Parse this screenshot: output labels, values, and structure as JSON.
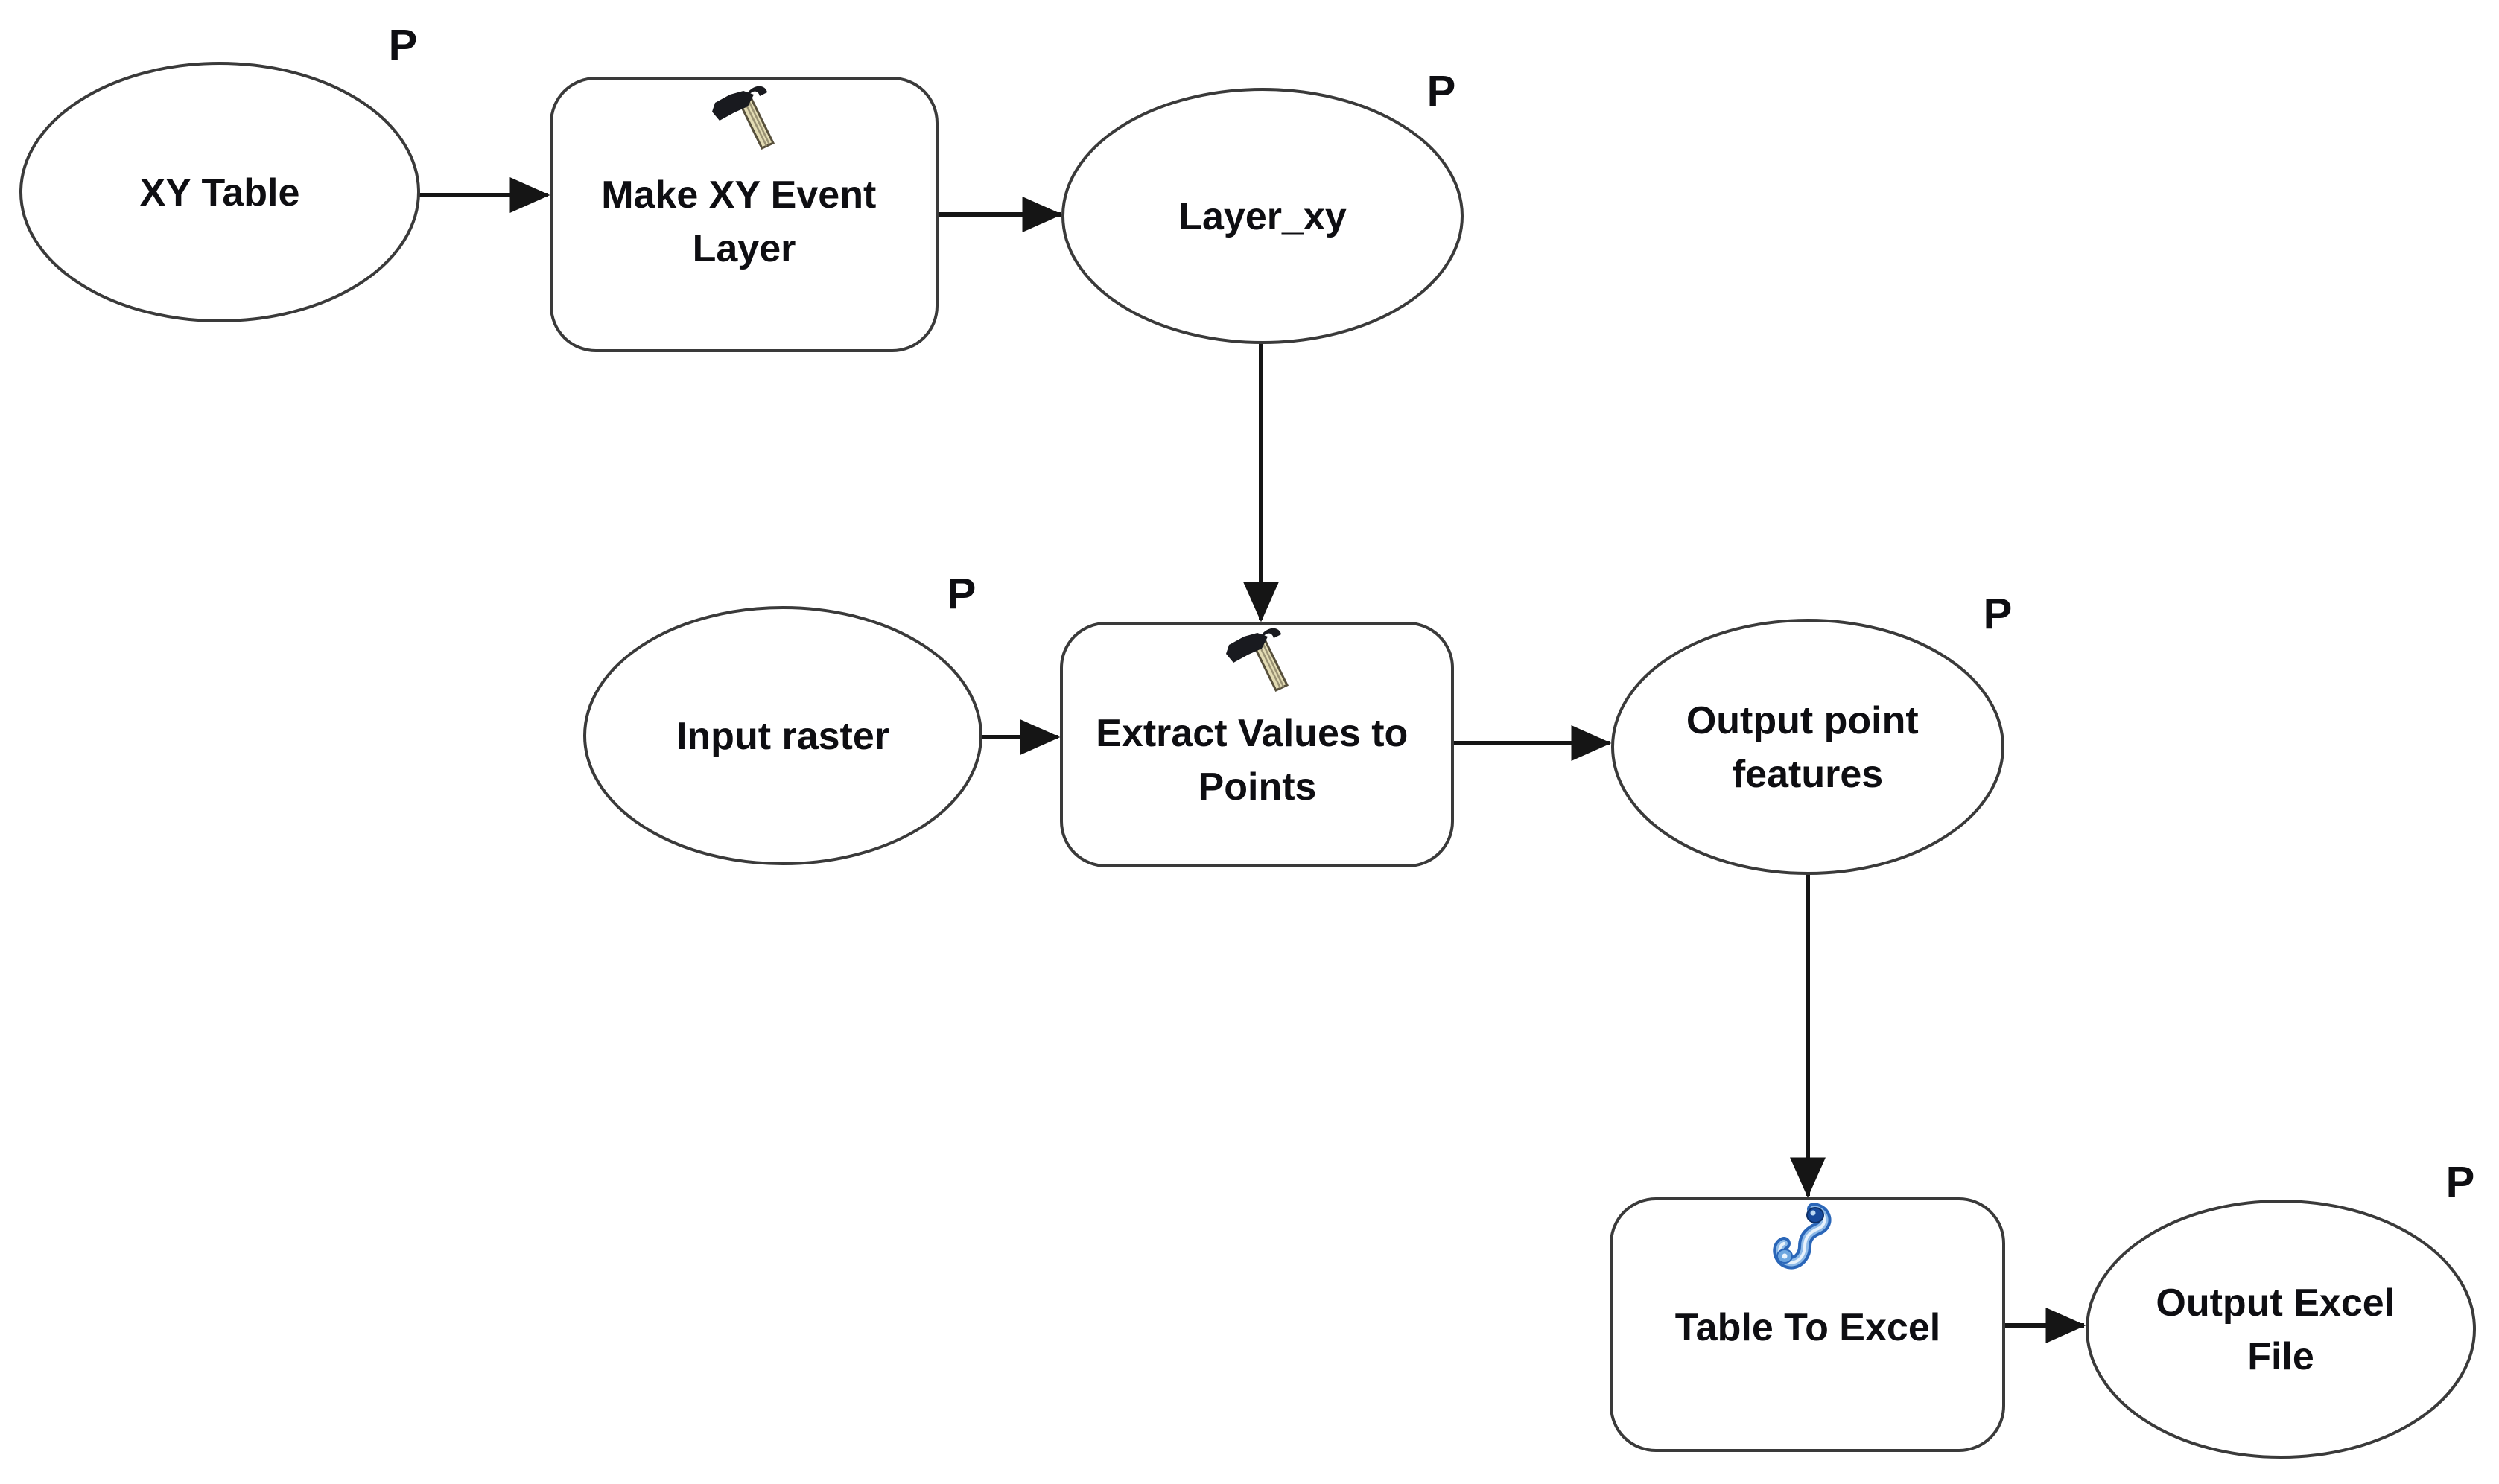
{
  "diagram": {
    "kind": "geoprocessing-model-flowchart",
    "background_color": "#ffffff",
    "colors": {
      "shape_fill": "#ffffff",
      "shape_stroke": "#3a3a3a",
      "connector": "#151515",
      "text": "#0e0e12",
      "hammer_handle": "#e3dcb4",
      "hammer_head": "#191a1f",
      "script_scroll_blue": "#2a66b8",
      "script_scroll_light": "#8fbbe8"
    },
    "nodes": [
      {
        "id": "xy-table",
        "shape": "ellipse",
        "role": "input-data-variable",
        "label": "XY Table",
        "label_lines": [
          "XY Table"
        ],
        "badge": "P"
      },
      {
        "id": "make-xy-event-layer",
        "shape": "rounded-rect",
        "role": "tool",
        "icon": "hammer-tool-icon",
        "label": "Make XY Event Layer",
        "label_lines": [
          "Make XY Event",
          "Layer"
        ],
        "badge": ""
      },
      {
        "id": "layer-xy",
        "shape": "ellipse",
        "role": "derived-data-variable",
        "label": "Layer_xy",
        "label_lines": [
          "Layer_xy"
        ],
        "badge": "P"
      },
      {
        "id": "input-raster",
        "shape": "ellipse",
        "role": "input-data-variable",
        "label": "Input raster",
        "label_lines": [
          "Input raster"
        ],
        "badge": "P"
      },
      {
        "id": "extract-values-to-points",
        "shape": "rounded-rect",
        "role": "tool",
        "icon": "hammer-tool-icon",
        "label": "Extract Values to Points",
        "label_lines": [
          "Extract Values to",
          "Points"
        ],
        "badge": ""
      },
      {
        "id": "output-point-features",
        "shape": "ellipse",
        "role": "derived-data-variable",
        "label": "Output point features",
        "label_lines": [
          "Output point",
          "features"
        ],
        "badge": "P"
      },
      {
        "id": "table-to-excel",
        "shape": "rounded-rect",
        "role": "script-tool",
        "icon": "script-scroll-icon",
        "label": "Table To Excel",
        "label_lines": [
          "Table To Excel"
        ],
        "badge": ""
      },
      {
        "id": "output-excel-file",
        "shape": "ellipse",
        "role": "derived-data-variable",
        "label": "Output Excel File",
        "label_lines": [
          "Output Excel",
          "File"
        ],
        "badge": "P"
      }
    ],
    "connectors": [
      {
        "from": "xy-table",
        "to": "make-xy-event-layer"
      },
      {
        "from": "make-xy-event-layer",
        "to": "layer-xy"
      },
      {
        "from": "layer-xy",
        "to": "extract-values-to-points"
      },
      {
        "from": "input-raster",
        "to": "extract-values-to-points"
      },
      {
        "from": "extract-values-to-points",
        "to": "output-point-features"
      },
      {
        "from": "output-point-features",
        "to": "table-to-excel"
      },
      {
        "from": "table-to-excel",
        "to": "output-excel-file"
      }
    ]
  }
}
